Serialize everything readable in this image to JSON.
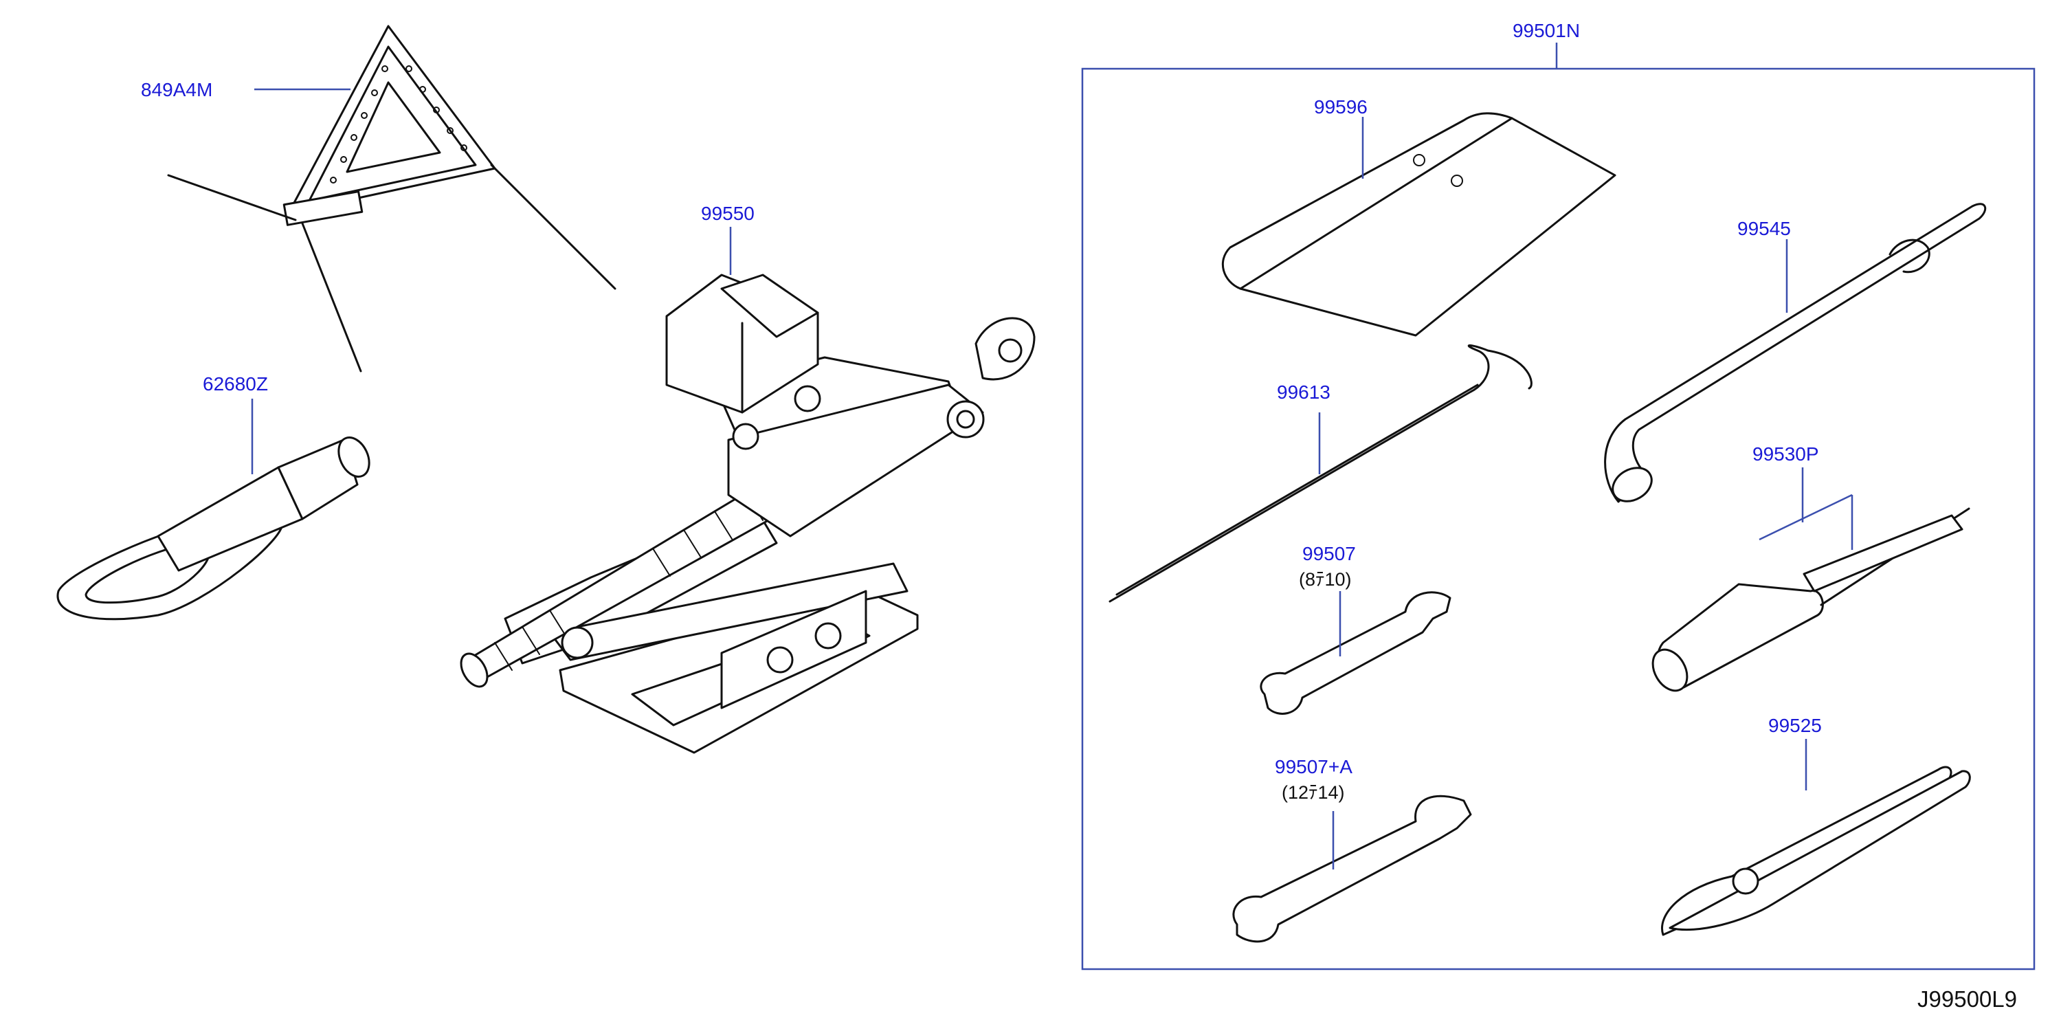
{
  "parts": {
    "warning_triangle": "849A4M",
    "tow_hook": "62680Z",
    "jack": "99550",
    "tool_set": "99501N",
    "tool_bag": "99596",
    "wheel_wrench": "99545",
    "jack_handle": "99613",
    "screwdriver": "99530P",
    "wrench_small": "99507",
    "wrench_small_size": "(8ﾃ10)",
    "wrench_large": "99507+A",
    "wrench_large_size": "(12ﾃ14)",
    "pliers": "99525"
  },
  "diagram_code": "J99500L9",
  "colors": {
    "label": "#1a1ad6",
    "leader": "#3b4fae",
    "line_art": "#111111"
  }
}
